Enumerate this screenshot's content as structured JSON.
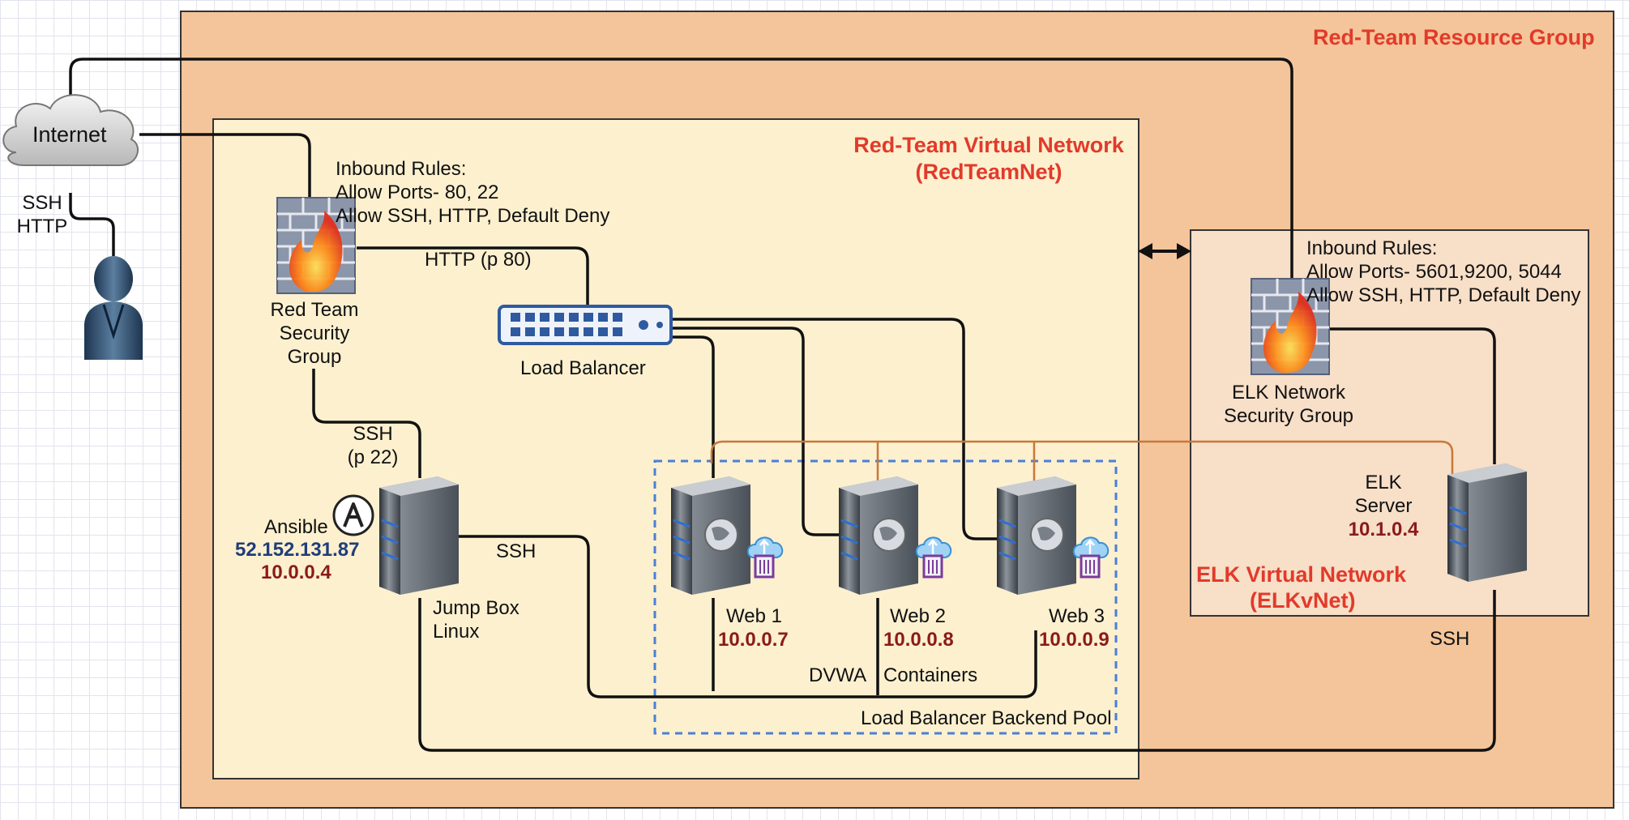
{
  "groups": {
    "resource_group": "Red-Team Resource Group",
    "red_vnet_line1": "Red-Team Virtual Network",
    "red_vnet_line2": "(RedTeamNet)",
    "elk_vnet_line1": "ELK Virtual Network",
    "elk_vnet_line2": "(ELKvNet)",
    "backend_pool": "Load Balancer Backend Pool"
  },
  "internet": {
    "label": "Internet",
    "ssh": "SSH",
    "http": "HTTP"
  },
  "red_nsg": {
    "rules_title": "Inbound Rules:",
    "rules_ports": "Allow Ports- 80, 22",
    "rules_allow": "Allow SSH, HTTP, Default Deny",
    "name_line1": "Red Team",
    "name_line2": "Security",
    "name_line3": "Group"
  },
  "links": {
    "http_p80": "HTTP (p 80)",
    "ssh_p22_line1": "SSH",
    "ssh_p22_line2": "(p 22)",
    "jumpbox_ssh": "SSH",
    "elk_ssh": "SSH"
  },
  "load_balancer": {
    "label": "Load Balancer"
  },
  "jump_box": {
    "ansible": "Ansible",
    "public_ip": "52.152.131.87",
    "private_ip": "10.0.0.4",
    "name_line1": "Jump Box",
    "name_line2": "Linux"
  },
  "web_servers": [
    {
      "name": "Web 1",
      "ip": "10.0.0.7"
    },
    {
      "name": "Web 2",
      "ip": "10.0.0.8"
    },
    {
      "name": "Web 3",
      "ip": "10.0.0.9"
    }
  ],
  "containers": {
    "dvwa": "DVWA",
    "containers": "Containers"
  },
  "elk_nsg": {
    "rules_title": "Inbound Rules:",
    "rules_ports": "Allow Ports- 5601,9200, 5044",
    "rules_allow": "Allow SSH, HTTP, Default Deny",
    "name_line1": "ELK Network",
    "name_line2": "Security Group"
  },
  "elk_server": {
    "name_line1": "ELK",
    "name_line2": "Server",
    "ip": "10.1.0.4"
  },
  "colors": {
    "resource_group_fill": "#f4c59a",
    "red_vnet_fill": "#fcf0cf",
    "elk_vnet_fill": "#f7dfc8",
    "title_red": "#e23a2a",
    "ip_red": "#8b1a1a",
    "ip_blue": "#1f3d7a",
    "pool_border": "#4a7fd6",
    "orange_link": "#c8783a"
  }
}
